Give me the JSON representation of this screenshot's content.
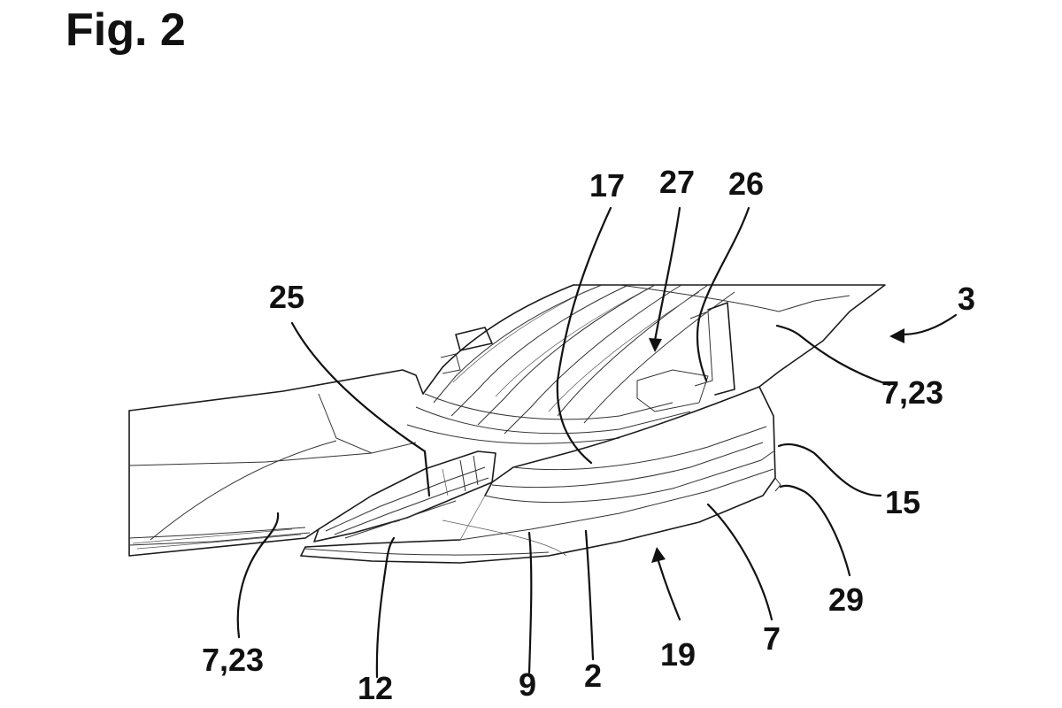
{
  "figure": {
    "title": "Fig. 2"
  },
  "reference_numerals": {
    "r17": "17",
    "r27": "27",
    "r26": "26",
    "r25": "25",
    "r3": "3",
    "r7_23_right": "7,23",
    "r15": "15",
    "r29": "29",
    "r7": "7",
    "r19": "19",
    "r2": "2",
    "r9": "9",
    "r12": "12",
    "r7_23_left": "7,23"
  }
}
